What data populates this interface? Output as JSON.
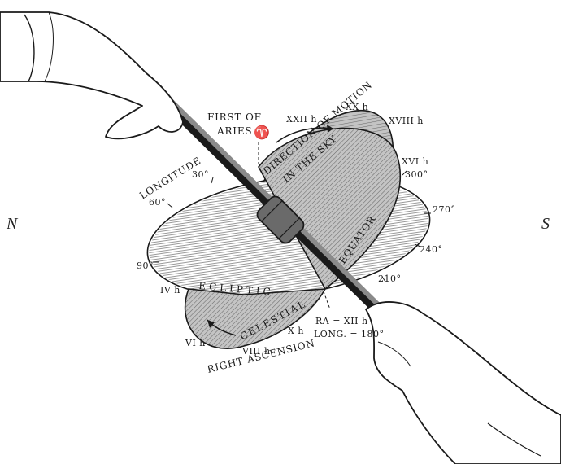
{
  "side_labels": {
    "left": "N",
    "right": "S"
  },
  "labels": {
    "first_of_aries_1": "FIRST OF",
    "first_of_aries_2": "ARIES",
    "aries_symbol": "♈",
    "longitude": "LONGITUDE",
    "direction_1": "DIRECTION OF MOTION",
    "direction_2": "IN THE SKY",
    "equator": "EQUATOR",
    "ecliptic": "ECLIPTIC",
    "celestial": "CELESTIAL",
    "right_ascension": "RIGHT ASCENSION",
    "ra_xii": "RA = XII h",
    "long_180": "LONG. = 180°"
  },
  "ecliptic_ticks": {
    "deg_30": "30°",
    "deg_60": "60°",
    "deg_90": "90°",
    "deg_210": "210°",
    "deg_240": "240°",
    "deg_270": "270°",
    "deg_300": "300°"
  },
  "equator_ticks": {
    "xxii": "XXII h",
    "xx": "XX h",
    "xviii": "XVIII h",
    "xvi": "XVI h",
    "iv": "IV h",
    "vi": "VI h",
    "viii": "VIII h",
    "x": "X h"
  },
  "colors": {
    "ink": "#1a1a1a",
    "equator_fill": "#bdbdbd",
    "ecliptic_fill": "#f2f2f2"
  }
}
